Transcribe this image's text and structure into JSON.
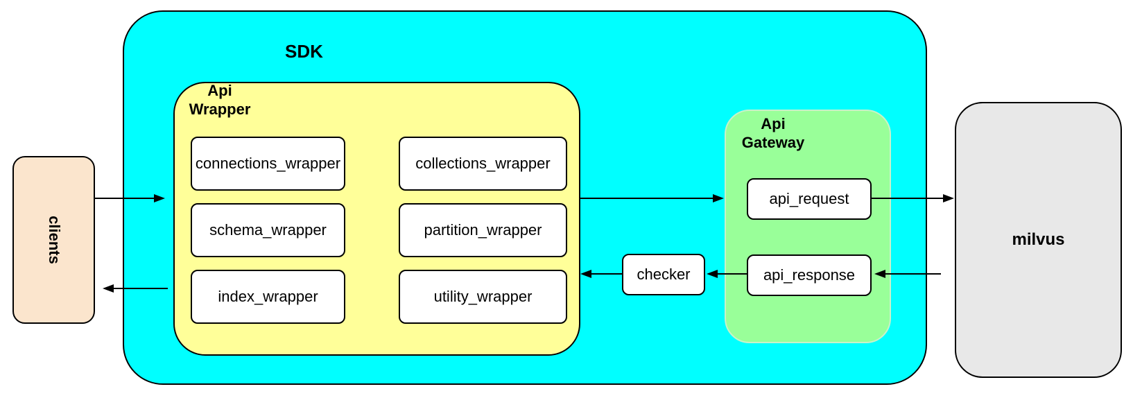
{
  "diagram": {
    "nodes": {
      "clients": {
        "label": "clients",
        "fill": "#fbe5cd"
      },
      "sdk": {
        "label": "SDK",
        "fill": "#00ffff"
      },
      "api_wrapper": {
        "title_lines": [
          "Api",
          "Wrapper"
        ],
        "fill": "#ffff99",
        "boxes": [
          "connections_wrapper",
          "collections_wrapper",
          "schema_wrapper",
          "partition_wrapper",
          "index_wrapper",
          "utility_wrapper"
        ]
      },
      "checker": {
        "label": "checker",
        "fill": "#ffffff"
      },
      "api_gateway": {
        "title_lines": [
          "Api",
          "Gateway"
        ],
        "fill": "#99ff99",
        "request_label": "api_request",
        "response_label": "api_response"
      },
      "milvus": {
        "label": "milvus",
        "fill": "#e8e8e8"
      }
    },
    "edges": [
      {
        "from": "clients",
        "to": "SDK"
      },
      {
        "from": "SDK (Api Wrapper)",
        "to": "clients"
      },
      {
        "from": "Api Wrapper",
        "to": "api_request"
      },
      {
        "from": "api_request",
        "to": "milvus"
      },
      {
        "from": "milvus",
        "to": "api_response"
      },
      {
        "from": "api_response",
        "to": "checker"
      },
      {
        "from": "checker",
        "to": "Api Wrapper"
      }
    ]
  }
}
